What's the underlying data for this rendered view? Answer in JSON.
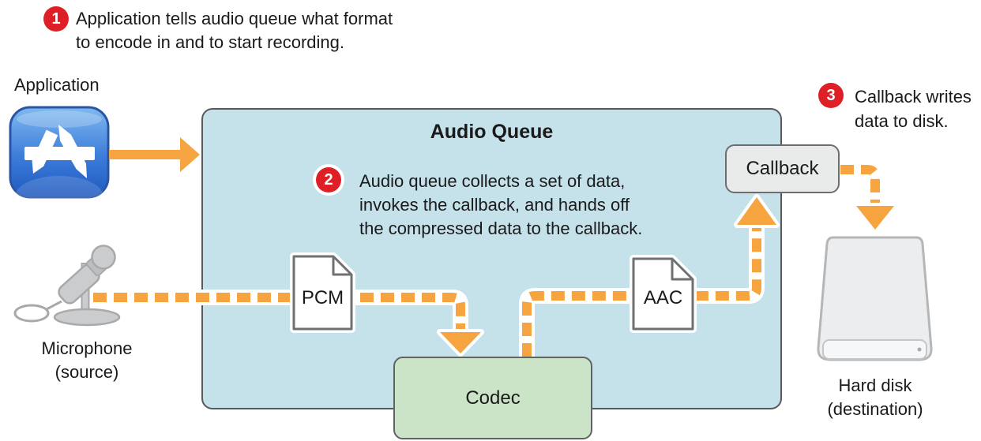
{
  "title": {
    "audio_queue": "Audio Queue"
  },
  "steps": [
    {
      "number": "1",
      "lines": [
        "Application tells audio queue what format",
        "to encode in and to start recording."
      ]
    },
    {
      "number": "2",
      "lines": [
        "Audio queue collects a set of data,",
        "invokes the callback, and hands off",
        "the compressed data to the callback."
      ]
    },
    {
      "number": "3",
      "lines": [
        "Callback writes",
        "data to disk."
      ]
    }
  ],
  "nodes": {
    "application": "Application",
    "microphone": [
      "Microphone",
      "(source)"
    ],
    "hard_disk": [
      "Hard disk",
      "(destination)"
    ],
    "codec": "Codec",
    "callback": "Callback"
  },
  "documents": {
    "pcm": "PCM",
    "aac": "AAC"
  },
  "icons": {
    "application": "app-store-icon",
    "source": "microphone-icon",
    "destination": "hard-disk-icon",
    "pcm_file": "document-icon",
    "aac_file": "document-icon"
  },
  "colors": {
    "accent_orange": "#F5A440",
    "badge_red": "#DF1F26",
    "queue_fill": "#C5E1EA",
    "codec_fill": "#CBE4C8",
    "callback_fill": "#E9EAEA"
  }
}
